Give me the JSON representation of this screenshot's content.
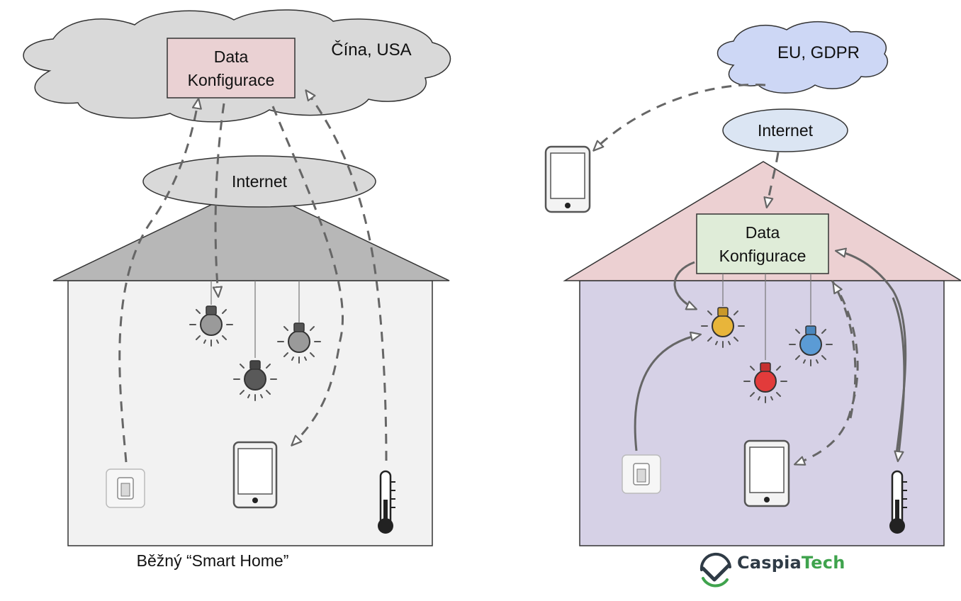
{
  "left": {
    "cloud_region": "Čína, USA",
    "data_box_line1": "Data",
    "data_box_line2": "Konfigurace",
    "internet": "Internet",
    "caption": "Běžný “Smart Home”"
  },
  "right": {
    "cloud_region": "EU, GDPR",
    "data_box_line1": "Data",
    "data_box_line2": "Konfigurace",
    "internet": "Internet"
  },
  "brand": {
    "name_part1": "Caspia",
    "name_part2": "Tech",
    "color_dark": "#2f3b46",
    "color_green": "#3fa34d"
  },
  "colors": {
    "left_house_wall": "#f2f2f2",
    "left_roof": "#b7b7b7",
    "left_cloud": "#d9d9d9",
    "left_data_box": "#ead1d3",
    "right_house_wall": "#d6d1e6",
    "right_roof": "#ecd0d2",
    "right_cloud": "#cdd7f5",
    "right_internet": "#dbe5f3",
    "right_data_box": "#dfecd8",
    "bulb_yellow": "#e8b53a",
    "bulb_red": "#e23b3b",
    "bulb_blue": "#5b9bd5",
    "bulb_gray": "#9a9a9a",
    "bulb_dark": "#595959",
    "arrow": "#666666"
  }
}
